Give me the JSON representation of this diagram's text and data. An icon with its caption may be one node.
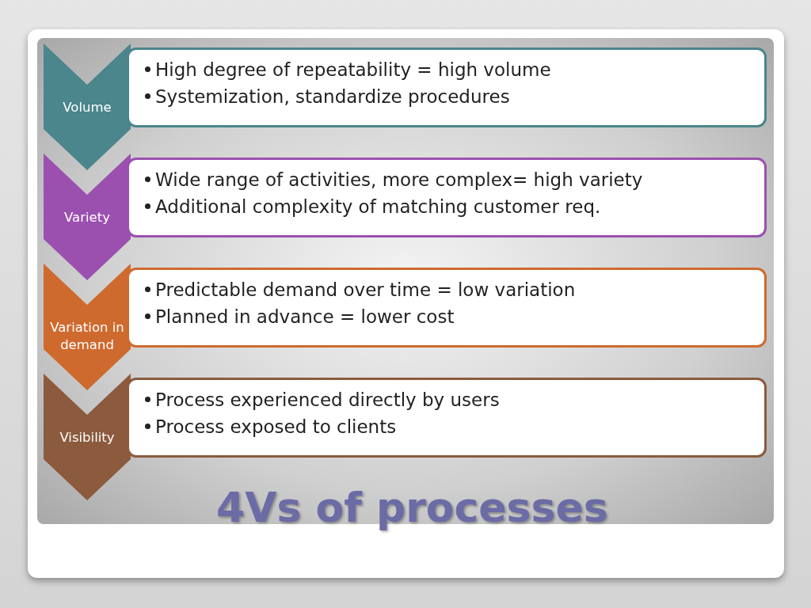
{
  "diagram": {
    "title": "4Vs of processes",
    "nodes": [
      {
        "text": [
          "Volume"
        ]
      },
      {
        "text": [
          "High degree of repeatability = high volume",
          "Systemization, standardize procedures"
        ]
      },
      {
        "text": [
          "Variety"
        ]
      },
      {
        "text": [
          "Wide range of activities, more complex= high variety",
          "Additional complexity of matching customer req."
        ]
      },
      {
        "text": [
          "Variation in demand"
        ]
      },
      {
        "text": [
          "Predictable demand over time = low variation",
          "Planned in advance = lower cost"
        ]
      },
      {
        "text": [
          "Visibility"
        ]
      },
      {
        "text": [
          "Process experienced directly by users",
          "Process exposed to clients"
        ]
      }
    ]
  }
}
